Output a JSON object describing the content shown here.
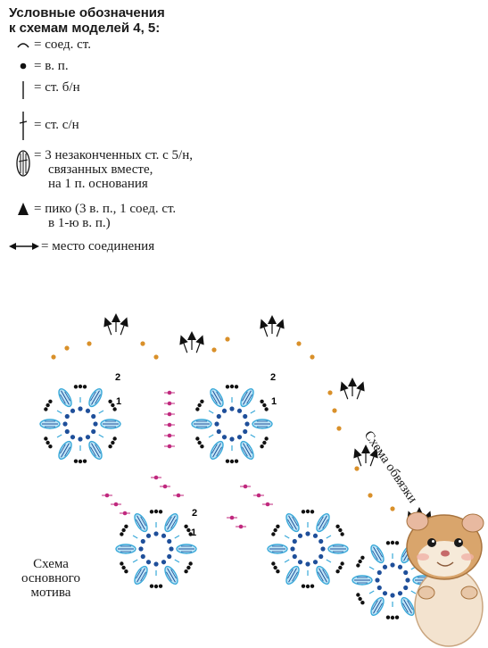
{
  "legend": {
    "title_line1": "Условные обозначения",
    "title_line2": "к схемам моделей 4, 5:",
    "items": [
      {
        "icon": "slip-stitch-icon",
        "label": "= соед. ст."
      },
      {
        "icon": "chain-stitch-icon",
        "label": "= в. п."
      },
      {
        "icon": "single-crochet-icon",
        "label": "= ст. б/н"
      },
      {
        "icon": "double-crochet-icon",
        "label": "= ст. с/н"
      },
      {
        "icon": "cluster-icon",
        "label_lines": [
          "= 3 незаконченных ст. с 5/н,",
          "связанных вместе,",
          "на 1 п. основания"
        ]
      },
      {
        "icon": "picot-icon",
        "label_lines": [
          "= пико (3 в. п., 1 соед. ст.",
          "в 1-ю в. п.)"
        ]
      },
      {
        "icon": "join-arrow-icon",
        "label": "= место соединения"
      }
    ]
  },
  "diagram": {
    "edge_label": "Схема обвязки",
    "motif_label_lines": [
      "Схема",
      "основного",
      "мотива"
    ],
    "numbers": [
      "2",
      "1",
      "2",
      "1",
      "2",
      "1",
      "2"
    ],
    "colors": {
      "blue": "#3aa9d9",
      "navy": "#1f4f9a",
      "magenta": "#c0287e",
      "orange": "#d9902a",
      "black": "#111111"
    }
  }
}
